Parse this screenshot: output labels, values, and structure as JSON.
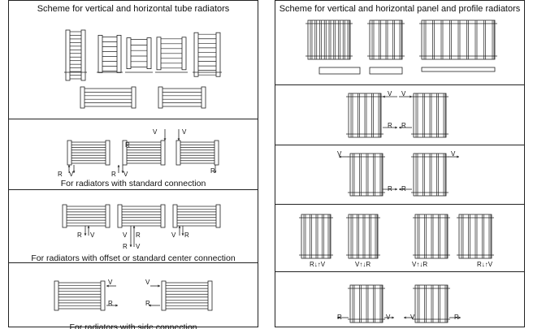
{
  "left_panel": {
    "title": "Scheme for vertical and horizontal tube radiators",
    "sections": [
      {
        "caption": "For radiators with standard connection"
      },
      {
        "caption": "For radiators with offset or standard center connection"
      },
      {
        "caption": "For radiators with side connection"
      }
    ]
  },
  "right_panel": {
    "title": "Scheme for vertical and horizontal panel and profile radiators"
  },
  "labels": {
    "r": "R",
    "v": "V",
    "rv": "R↓↑V",
    "vr": "V↑↓R"
  }
}
